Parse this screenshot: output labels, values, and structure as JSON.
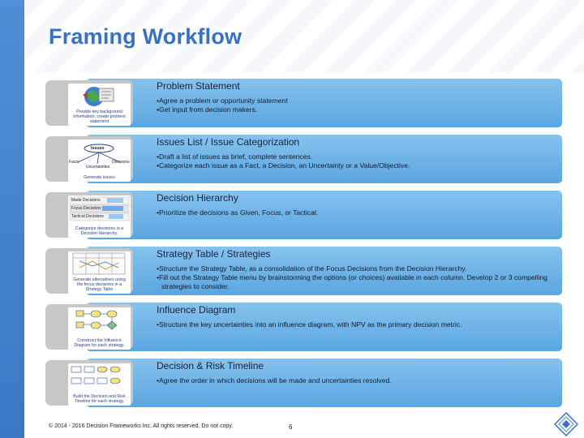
{
  "title": "Framing Workflow",
  "steps": [
    {
      "heading": "Problem Statement",
      "bullets": [
        "•Agree a problem or opportunity statement",
        "•Get input from decision makers."
      ],
      "thumb_caption": "Provide key background information; create problem statement",
      "thumb_icon": "globe-icon"
    },
    {
      "heading": "Issues List / Issue Categorization",
      "bullets": [
        "•Draft a list of issues as brief, complete sentences.",
        "•Categorize each issue as a Fact, a Decision, an Uncertainty or a Value/Objective."
      ],
      "thumb_caption": "Generate issues",
      "thumb_labels": [
        "Issues",
        "Facts",
        "Uncertainties",
        "Decisions"
      ],
      "thumb_icon": "issue-tree-icon"
    },
    {
      "heading": "Decision Hierarchy",
      "bullets": [
        "•Prioritize the decisions as Given, Focus, or Tactical."
      ],
      "thumb_caption": "Categorize decisions in a Decision Hierarchy.",
      "thumb_labels": [
        "Made Decisions",
        "Focus Decisions",
        "Tactical Decisions"
      ],
      "thumb_icon": "hierarchy-icon"
    },
    {
      "heading": "Strategy Table / Strategies",
      "bullets": [
        "•Structure the Strategy Table, as a consolidation of the Focus Decisions from the Decision Hierarchy.",
        "•Fill out the Strategy Table menu by brainstorming the options (or choices) available in each column. Develop 2 or 3 compelling strategies to consider."
      ],
      "thumb_caption": "Generate alternatives using the focus decisions in a Strategy Table",
      "thumb_icon": "strategy-table-icon"
    },
    {
      "heading": "Influence Diagram",
      "bullets": [
        "•Structure the key uncertainties into an influence diagram, with NPV as the primary decision metric."
      ],
      "thumb_caption": "Construct the Influence Diagram for each strategy.",
      "thumb_icon": "influence-diagram-icon"
    },
    {
      "heading": "Decision & Risk Timeline",
      "bullets": [
        "•Agree the order in which decisions will be made and uncertainties resolved."
      ],
      "thumb_caption": "Build the Decision and Risk Timeline for each strategy.",
      "thumb_icon": "timeline-icon"
    }
  ],
  "footer": {
    "copyright": "© 2014 - 2016 Decision Frameworks Inc. All rights reserved. Do not copy.",
    "page_number": "6"
  },
  "colors": {
    "title": "#3572c4",
    "bar_top": "#86c2ee",
    "bar_bottom": "#5aa6e0",
    "left_strip": "#4f8fd6",
    "card": "#c7c7c7"
  }
}
